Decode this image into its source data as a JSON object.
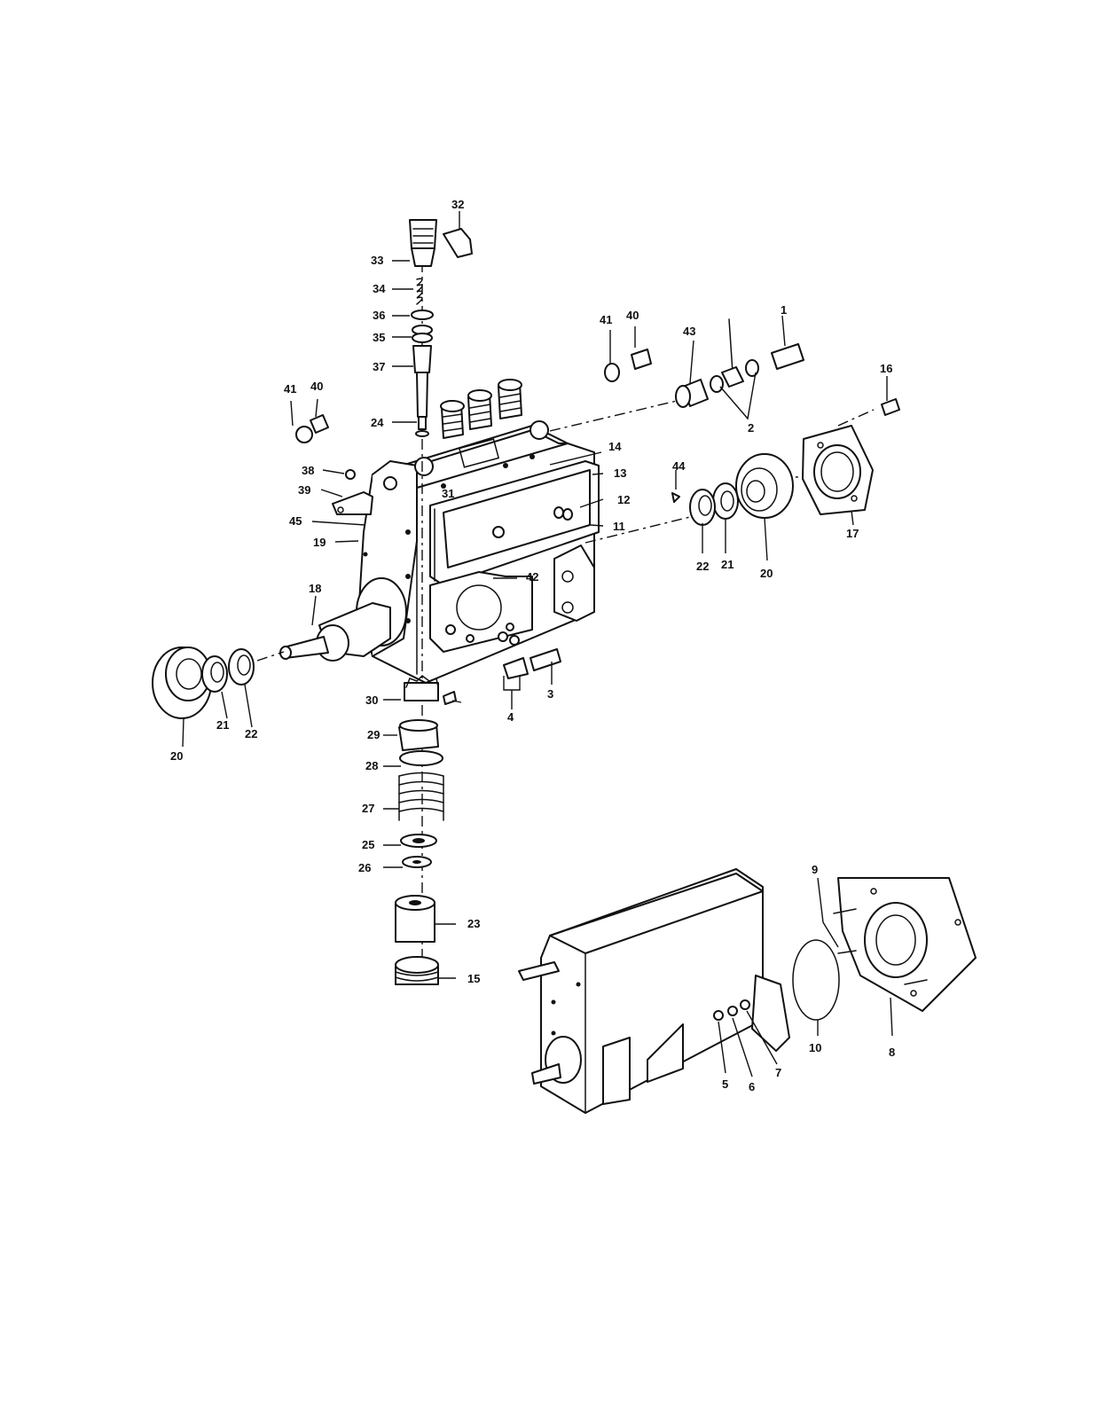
{
  "callouts": [
    "1",
    "2",
    "3",
    "4",
    "5",
    "6",
    "7",
    "8",
    "9",
    "10",
    "11",
    "12",
    "13",
    "14",
    "15",
    "16",
    "17",
    "18",
    "19",
    "20",
    "21",
    "22",
    "23",
    "24",
    "25",
    "26",
    "27",
    "28",
    "29",
    "30",
    "31",
    "32",
    "33",
    "34",
    "35",
    "36",
    "37",
    "38",
    "39",
    "40",
    "41",
    "42",
    "43",
    "44",
    "45"
  ]
}
